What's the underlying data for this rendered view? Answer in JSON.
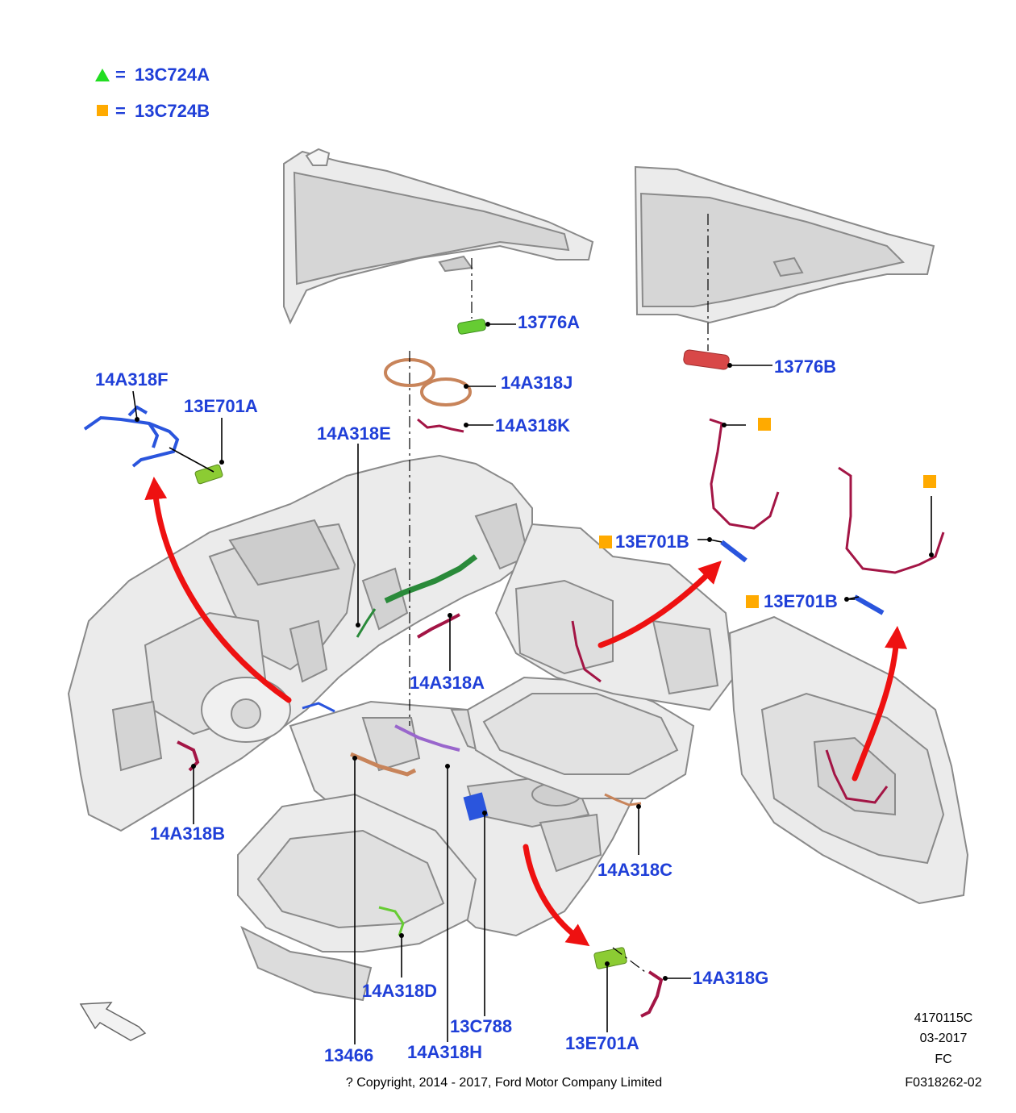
{
  "legend": [
    {
      "marker": "triangle",
      "marker_color": "#22dd22",
      "equals": "=",
      "code": "13C724A"
    },
    {
      "marker": "square",
      "marker_color": "#ffaa00",
      "equals": "=",
      "code": "13C724B"
    }
  ],
  "colors": {
    "label": "#1f3fd8",
    "arrow": "#ee1111",
    "leader": "#000000",
    "harness_maroon": "#a31545",
    "harness_blue": "#2a55dd",
    "connector_green": "#8ccc33",
    "light_green": "#66cc33",
    "lamp_red": "#d84848",
    "tan": "#c8845a",
    "purple": "#9966cc",
    "body_fill": "#ebebeb",
    "body_stroke": "#8a8a8a"
  },
  "callouts": [
    "13776A",
    "13776B",
    "14A318F",
    "13E701A",
    "14A318J",
    "14A318K",
    "14A318E",
    "13E701B",
    "13E701B",
    "14A318A",
    "14A318B",
    "14A318C",
    "14A318D",
    "13C788",
    "14A318G",
    "13466",
    "14A318H",
    "13E701A"
  ],
  "info_block": [
    "4170115C",
    "03-2017",
    "FC",
    "F0318262-02"
  ],
  "copyright": "? Copyright, 2014 - 2017, Ford Motor Company Limited"
}
